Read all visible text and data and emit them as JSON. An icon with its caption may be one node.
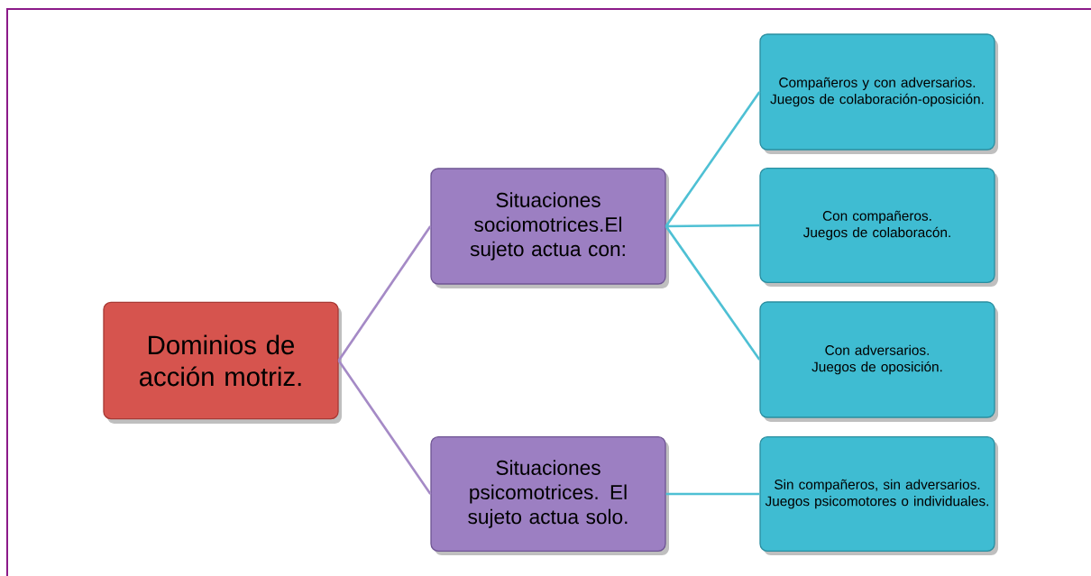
{
  "diagram": {
    "nodes": [
      {
        "text": [
          "Dominios de acción motriz."
        ]
      },
      {
        "text": [
          "Situaciones sociomotrices.El sujeto actua con:"
        ]
      },
      {
        "text": [
          "Situaciones psicomotrices. El sujeto actua solo."
        ]
      },
      {
        "text": [
          "Compañeros y con adversarios. Juegos de colaboración-oposición."
        ]
      },
      {
        "text": [
          "Con compañeros. Juegos de colaboracón."
        ]
      },
      {
        "text": [
          "Con adversarios. Juegos de oposición."
        ]
      },
      {
        "text": [
          "Sin compañeros, sin adversarios. Juegos psicomotores o individuales."
        ]
      }
    ],
    "edges": [
      {
        "from": 0,
        "to": 1,
        "arrow": "none",
        "color": "#a58ac6"
      },
      {
        "from": 0,
        "to": 2,
        "arrow": "none",
        "color": "#a58ac6"
      },
      {
        "from": 1,
        "to": 3,
        "arrow": "none"
      },
      {
        "from": 1,
        "to": 4,
        "arrow": "none"
      },
      {
        "from": 1,
        "to": 5,
        "arrow": "none"
      },
      {
        "from": 2,
        "to": 6,
        "arrow": "none"
      }
    ]
  }
}
